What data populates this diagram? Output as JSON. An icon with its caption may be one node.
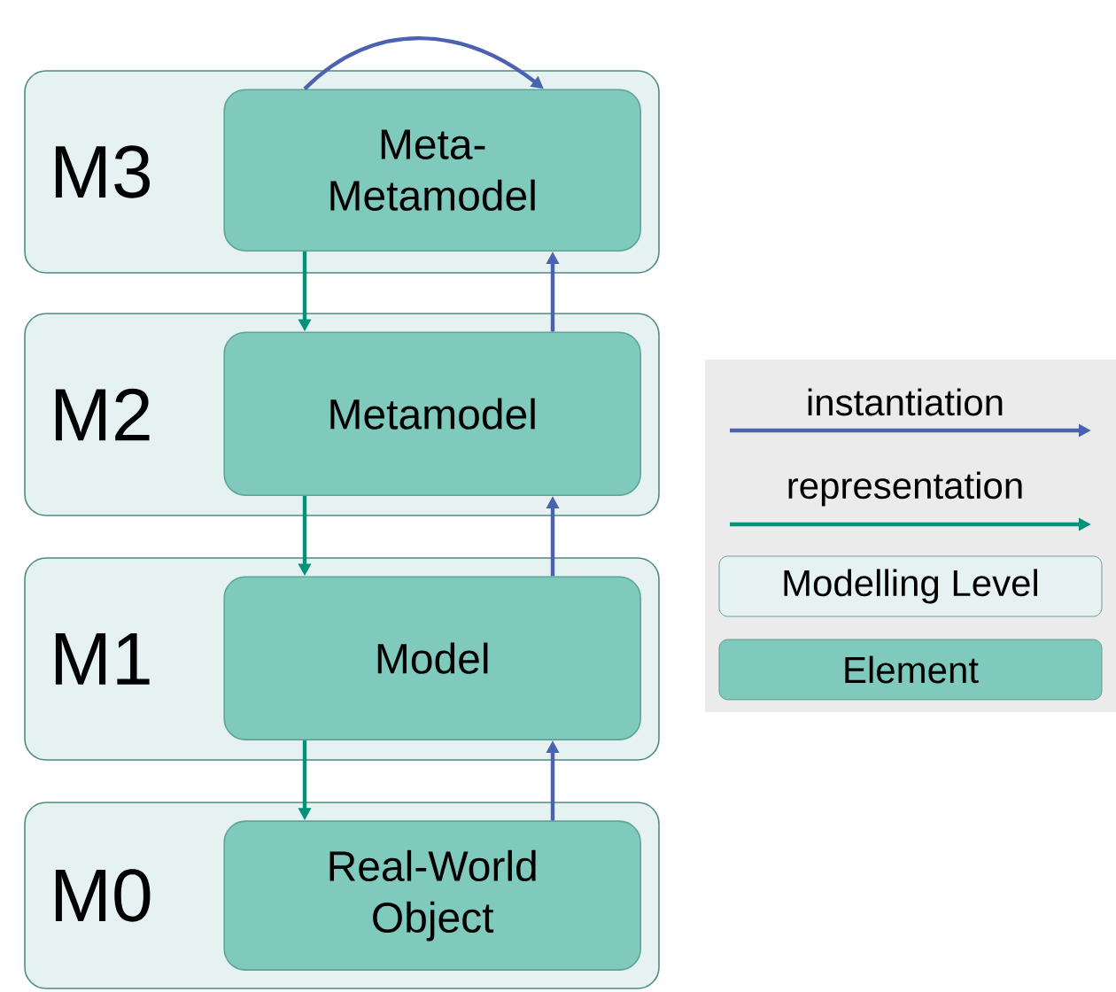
{
  "diagram": {
    "nodes": [
      {
        "text": [
          "M3"
        ]
      },
      {
        "text": [
          "Meta- Metamodel"
        ],
        "in": 0
      },
      {
        "text": [
          "M2"
        ]
      },
      {
        "text": [
          "Metamodel"
        ],
        "in": 2
      },
      {
        "text": [
          "M1"
        ]
      },
      {
        "text": [
          "Model"
        ],
        "in": 4
      },
      {
        "text": [
          "M0"
        ]
      },
      {
        "text": [
          "Real-World Object"
        ],
        "in": 6
      }
    ],
    "edges": [
      {
        "from": 1,
        "to": 1,
        "arrow": "to"
      },
      {
        "from": 1,
        "to": 3,
        "arrow": "to",
        "color": "#00937a"
      },
      {
        "from": 3,
        "to": 1,
        "arrow": "to"
      },
      {
        "from": 3,
        "to": 5,
        "arrow": "to",
        "color": "#00937a"
      },
      {
        "from": 5,
        "to": 3,
        "arrow": "to"
      },
      {
        "from": 5,
        "to": 7,
        "arrow": "to",
        "color": "#00937a"
      },
      {
        "from": 7,
        "to": 5,
        "arrow": "to"
      }
    ],
    "legend": [
      {
        "text": "instantiation"
      },
      {
        "text": "representation"
      },
      {
        "text": "Modelling Level",
        "color": "#e5f2f1"
      },
      {
        "text": "Element",
        "color": "#7fc9bd"
      }
    ]
  }
}
